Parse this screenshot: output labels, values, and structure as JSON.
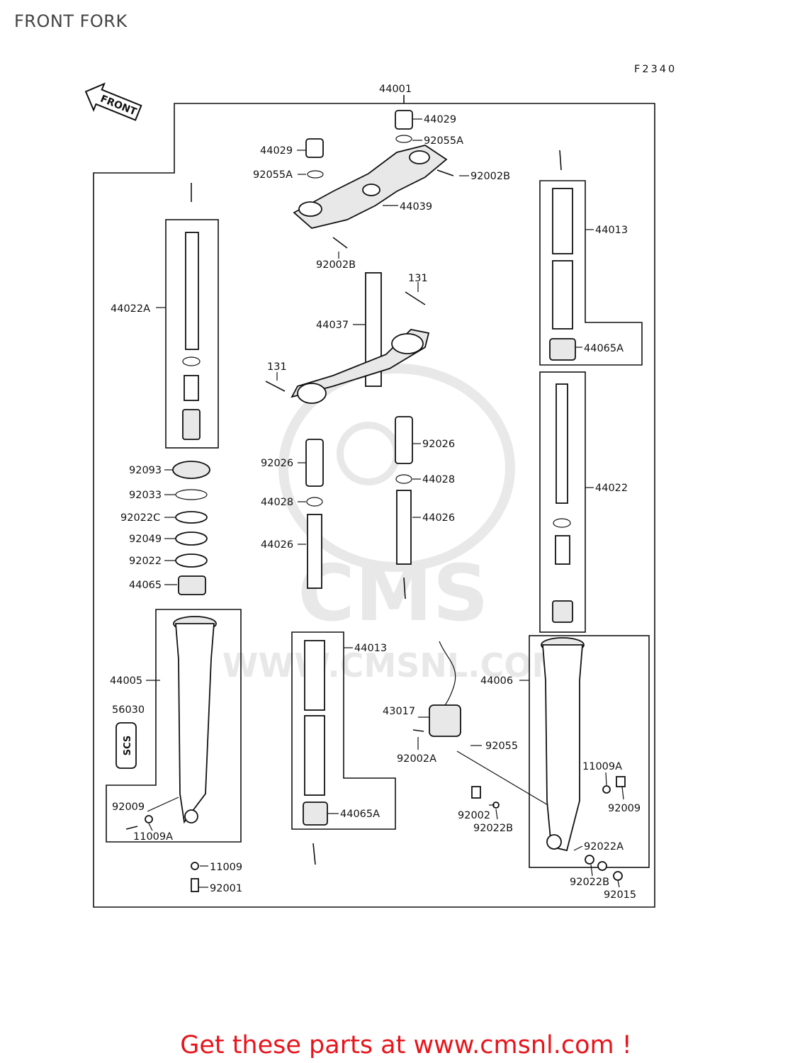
{
  "page": {
    "title": "FRONT FORK"
  },
  "diagram": {
    "code": "F2340",
    "front_arrow": "FRONT",
    "wordmark": "CMS",
    "watermark_url": "WWW.CMSNL.COM",
    "scs_label": "SCS",
    "labels": {
      "p44001": "44001",
      "p44029a": "44029",
      "p92055a_a": "92055A",
      "p44029b": "44029",
      "p92055a_b": "92055A",
      "p92002b_a": "92002B",
      "p44039": "44039",
      "p92002b_b": "92002B",
      "p44013_a": "44013",
      "p44065a_a": "44065A",
      "p44022a": "44022A",
      "p131_a": "131",
      "p44037": "44037",
      "p131_b": "131",
      "p92026_a": "92026",
      "p92026_b": "92026",
      "p44028_a": "44028",
      "p44028_b": "44028",
      "p44026_a": "44026",
      "p44026_b": "44026",
      "p44022": "44022",
      "p92093": "92093",
      "p92033": "92033",
      "p92022c": "92022C",
      "p92049": "92049",
      "p92022": "92022",
      "p44065": "44065",
      "p44005": "44005",
      "p56030": "56030",
      "p44013_b": "44013",
      "p44006": "44006",
      "p43017": "43017",
      "p92055": "92055",
      "p92002a": "92002A",
      "p11009a_a": "11009A",
      "p92009_a": "92009",
      "p92002": "92002",
      "p92022b_a": "92022B",
      "p92022a": "92022A",
      "p92022b_b": "92022B",
      "p92015": "92015",
      "p44065a_b": "44065A",
      "p92009_b": "92009",
      "p11009a_b": "11009A",
      "p11009": "11009",
      "p92001": "92001"
    }
  },
  "footer": {
    "text": "Get these parts at www.cmsnl.com !"
  }
}
